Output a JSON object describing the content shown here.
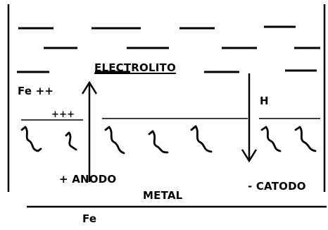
{
  "colors": {
    "ink": "#000000",
    "background": "#ffffff"
  },
  "labels": {
    "electrolyte": "ELECTROLITO",
    "fe_ion": "Fe ++",
    "anode_charges": "+++",
    "hydrogen": "H",
    "anode": "+ ANODO",
    "metal": "METAL",
    "cathode": "- CATODO",
    "fe_bottom": "Fe"
  },
  "icons": {
    "ion_up_arrow": "arrow-up-icon",
    "hydrogen_down_arrow": "arrow-down-icon",
    "pits": "corrosion-pit-icon"
  }
}
